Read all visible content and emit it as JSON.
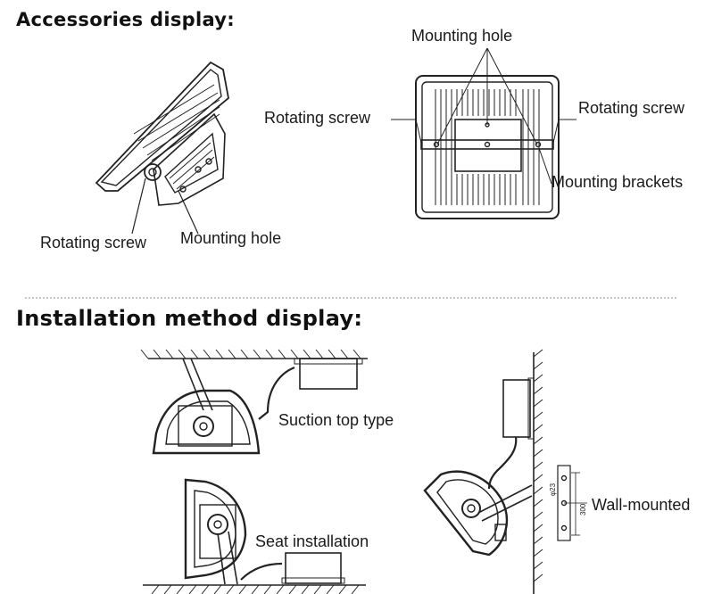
{
  "headings": {
    "accessories": "Accessories display:",
    "installation": "Installation method display:"
  },
  "accessories": {
    "side_view": {
      "rotating_screw": "Rotating screw",
      "mounting_hole": "Mounting hole"
    },
    "back_view": {
      "mounting_hole": "Mounting hole",
      "rotating_screw_left": "Rotating screw",
      "rotating_screw_right": "Rotating screw",
      "mounting_brackets": "Mounting brackets"
    }
  },
  "installation": {
    "suction_top": "Suction top type",
    "seat": "Seat installation",
    "wall": "Wall-mounted",
    "dimension_1": "φ23",
    "dimension_2": "300"
  }
}
